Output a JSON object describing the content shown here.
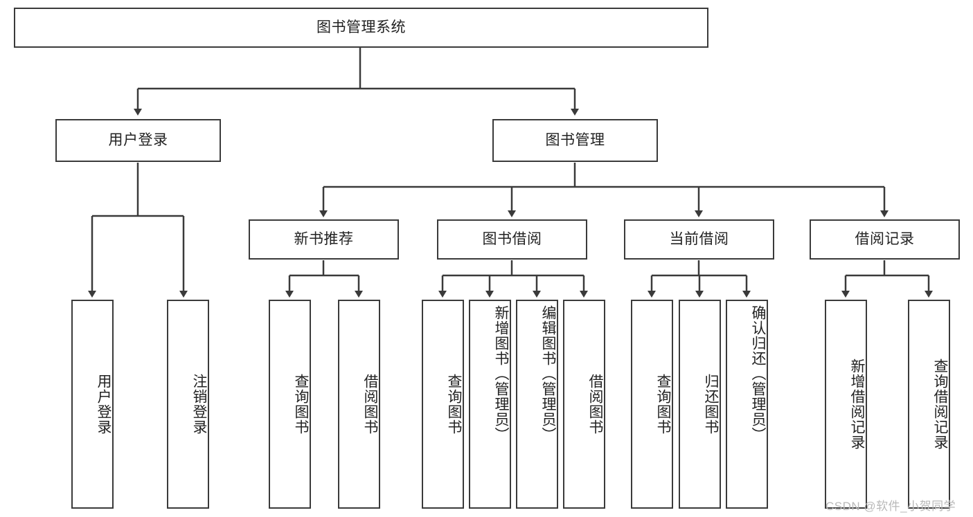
{
  "diagram": {
    "title_box": {
      "label": "图书管理系统"
    },
    "level1": [
      {
        "id": "user-login",
        "label": "用户登录"
      },
      {
        "id": "book-manage",
        "label": "图书管理"
      }
    ],
    "level2": [
      {
        "id": "new-book-recommend",
        "label": "新书推荐"
      },
      {
        "id": "book-borrow",
        "label": "图书借阅"
      },
      {
        "id": "current-borrow",
        "label": "当前借阅"
      },
      {
        "id": "borrow-record",
        "label": "借阅记录"
      }
    ],
    "leaves": {
      "user_login": [
        {
          "id": "leaf-user-login",
          "label": "用户登录"
        },
        {
          "id": "leaf-logout-login",
          "label": "注销登录"
        }
      ],
      "new_book_recommend": [
        {
          "id": "leaf-query-book-1",
          "label": "查询图书"
        },
        {
          "id": "leaf-borrow-book-1",
          "label": "借阅图书"
        }
      ],
      "book_borrow": [
        {
          "id": "leaf-query-book-2",
          "label": "查询图书"
        },
        {
          "id": "leaf-add-book",
          "label": "新增图书（管理员）"
        },
        {
          "id": "leaf-edit-book",
          "label": "编辑图书（管理员）"
        },
        {
          "id": "leaf-borrow-book-2",
          "label": "借阅图书"
        }
      ],
      "current_borrow": [
        {
          "id": "leaf-query-book-3",
          "label": "查询图书"
        },
        {
          "id": "leaf-return-book",
          "label": "归还图书"
        },
        {
          "id": "leaf-confirm-return",
          "label": "确认归还（管理员）"
        }
      ],
      "borrow_record": [
        {
          "id": "leaf-add-record",
          "label": "新增借阅记录"
        },
        {
          "id": "leaf-query-record",
          "label": "查询借阅记录"
        }
      ]
    },
    "watermark": {
      "text": "CSDN @软件_小贺同学"
    },
    "colors": {
      "stroke": "#3a3a3a",
      "text": "#222222",
      "background": "#ffffff",
      "watermark": "#b9b9b9"
    }
  }
}
